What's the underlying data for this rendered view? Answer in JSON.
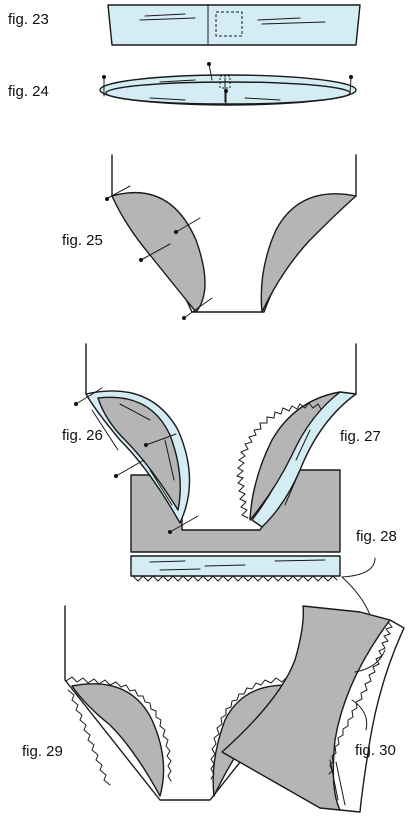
{
  "figures": [
    {
      "id": "fig23",
      "label": "fig. 23"
    },
    {
      "id": "fig24",
      "label": "fig. 24"
    },
    {
      "id": "fig25",
      "label": "fig. 25"
    },
    {
      "id": "fig26",
      "label": "fig. 26"
    },
    {
      "id": "fig27",
      "label": "fig. 27"
    },
    {
      "id": "fig28",
      "label": "fig. 28"
    },
    {
      "id": "fig29",
      "label": "fig. 29"
    },
    {
      "id": "fig30",
      "label": "fig. 30"
    }
  ],
  "colors": {
    "fabric_grey": "#b5b5b5",
    "elastic_blue": "#d4ecf4",
    "ink": "#1a1a1a"
  }
}
